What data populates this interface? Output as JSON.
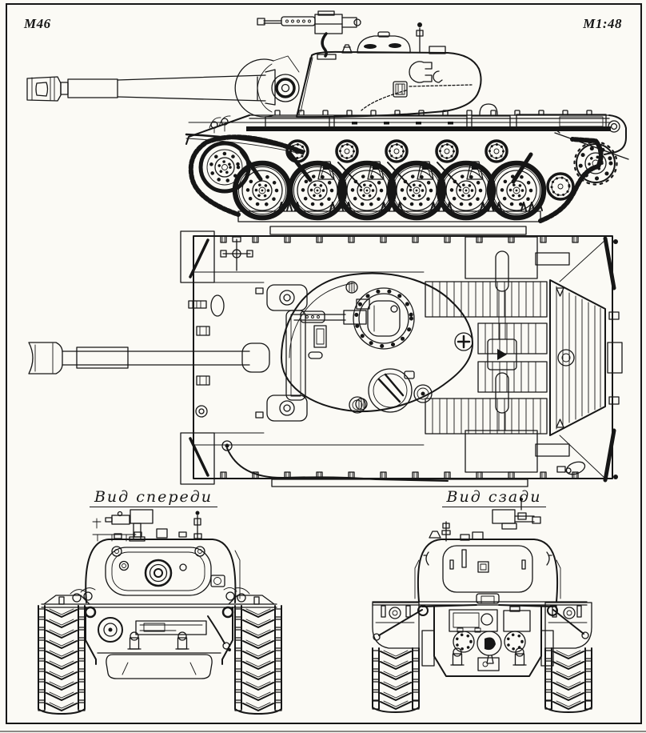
{
  "drawing": {
    "model_label": "M46",
    "scale_label": "M1:48",
    "front_view_caption": "Вид спереди",
    "rear_view_caption": "Вид сзади"
  },
  "style": {
    "ink_color": "#161616",
    "paper_color": "#fbfaf5"
  }
}
